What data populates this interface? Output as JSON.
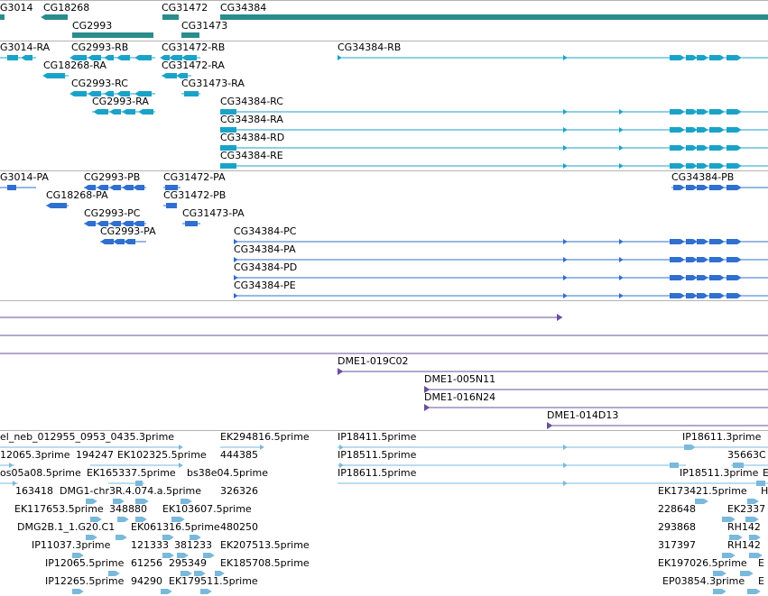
{
  "colors": {
    "gene": "#2a8c8c",
    "mrna": "#1aa3c8",
    "protein": "#2f6fd0",
    "clone": "#6a4fa0",
    "est": "#7ab8dc",
    "separator": "#b4b4b4"
  },
  "labels": {
    "genes": [
      "G3014",
      "CG18268",
      "CG2993",
      "CG31472",
      "CG31473",
      "CG34384"
    ],
    "transcripts": [
      "G3014-RA",
      "CG2993-RB",
      "CG31472-RB",
      "CG34384-RB",
      "CG18268-RA",
      "CG31472-RA",
      "CG2993-RC",
      "CG31473-RA",
      "CG2993-RA",
      "CG34384-RC",
      "CG34384-RA",
      "CG34384-RD",
      "CG34384-RE"
    ],
    "proteins": [
      "G3014-PA",
      "CG2993-PB",
      "CG31472-PA",
      "CG34384-PB",
      "CG18268-PA",
      "CG31472-PB",
      "CG2993-PC",
      "CG31473-PA",
      "CG2993-PA",
      "CG34384-PC",
      "CG34384-PA",
      "CG34384-PD",
      "CG34384-PE"
    ],
    "clones": [
      "DME1-019C02",
      "DME1-005N11",
      "DME1-016N24",
      "DME1-014D13"
    ],
    "ests": [
      "el_neb_012955_0953_0435.3prime",
      "EK294816.5prime",
      "IP18411.5prime",
      "IP18611.3prime",
      "12065.3prime",
      "194247",
      "EK102325.5prime",
      "444385",
      "IP18511.5prime",
      "35663C",
      "os05a08.5prime",
      "EK165337.5prime",
      "bs38e04.5prime",
      "IP18611.5prime",
      "IP18511.3prime",
      "E",
      "163418",
      "DMG1-chr3R.4.074.a.5prime",
      "326326",
      "EK173421.5prime",
      "H",
      "EK117653.5prime",
      "348880",
      "EK103607.5prime",
      "228648",
      "EK2337",
      "DMG2B.1_1.G20.C1",
      "EK061316.5prime",
      "480250",
      "293868",
      "RH142",
      "IP11037.3prime",
      "121333",
      "381233",
      "EK207513.5prime",
      "317397",
      "RH142",
      "IP12065.5prime",
      "61256",
      "295349",
      "EK185708.5prime",
      "EK197026.5prime",
      "E",
      "IP12265.5prime",
      "94290",
      "EK179511.5prime",
      "EP03854.3prime",
      "E"
    ]
  }
}
